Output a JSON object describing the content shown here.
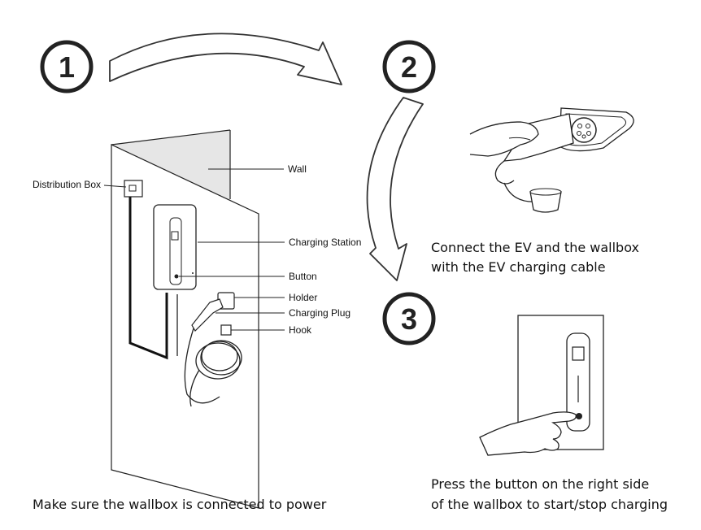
{
  "steps": {
    "one": "1",
    "two": "2",
    "three": "3"
  },
  "labels": {
    "distribution_box": "Distribution Box",
    "wall": "Wall",
    "charging_station": "Charging Station",
    "button": "Button",
    "holder": "Holder",
    "charging_plug": "Charging Plug",
    "hook": "Hook"
  },
  "captions": {
    "step1": "Make sure the wallbox is connected to power",
    "step2_line1": "Connect the EV and the wallbox",
    "step2_line2": "with the EV charging cable",
    "step3_line1": "Press the button on the right side",
    "step3_line2": "of the wallbox to start/stop charging"
  }
}
